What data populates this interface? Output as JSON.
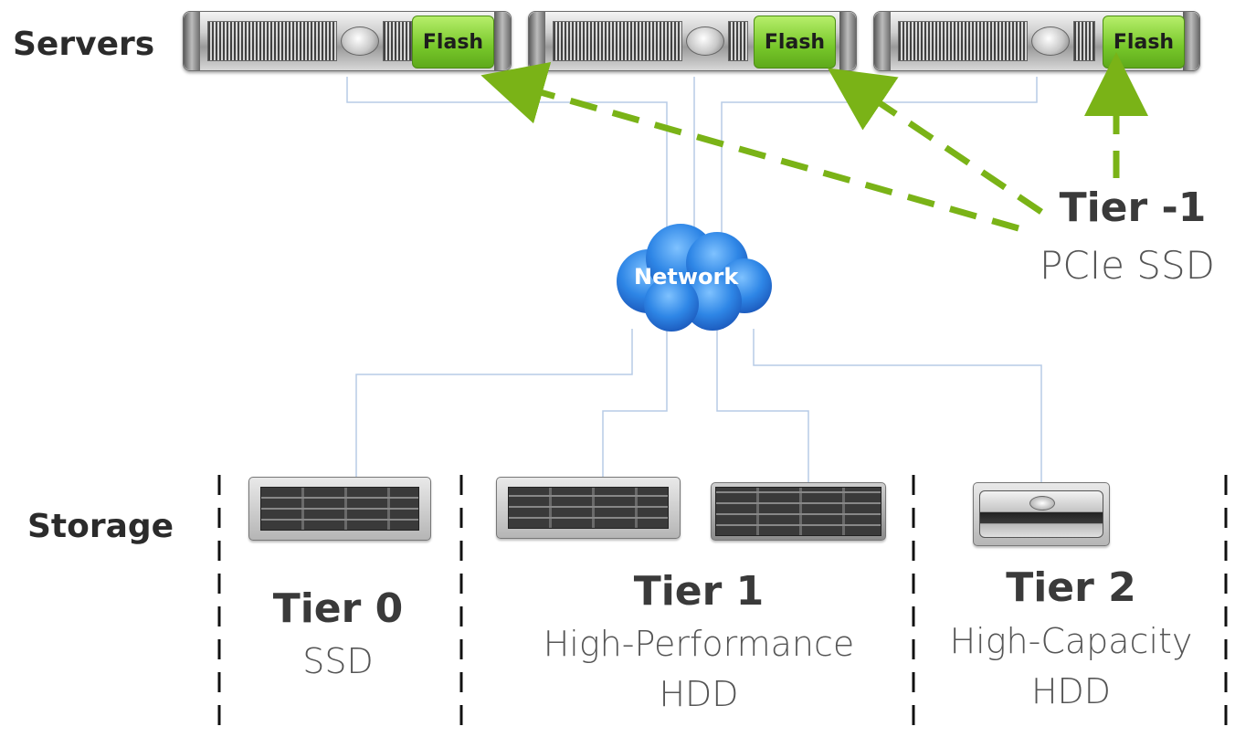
{
  "labels": {
    "servers": "Servers",
    "storage": "Storage",
    "network": "Network"
  },
  "servers": [
    {
      "flash_label": "Flash"
    },
    {
      "flash_label": "Flash"
    },
    {
      "flash_label": "Flash"
    }
  ],
  "tier_minus1": {
    "title": "Tier -1",
    "subtitle": "PCIe SSD"
  },
  "tiers": [
    {
      "title": "Tier 0",
      "line1": "SSD",
      "line2": ""
    },
    {
      "title": "Tier 1",
      "line1": "High-Performance",
      "line2": "HDD"
    },
    {
      "title": "Tier 2",
      "line1": "High-Capacity",
      "line2": "HDD"
    }
  ],
  "colors": {
    "arrow": "#7ab317",
    "flash": "#8ed63f",
    "network_cloud": "#2e86e6",
    "connector": "#b7cbe6",
    "divider": "#111111"
  },
  "icons": [
    "rack-server-icon",
    "network-cloud-icon",
    "storage-array-icon"
  ]
}
